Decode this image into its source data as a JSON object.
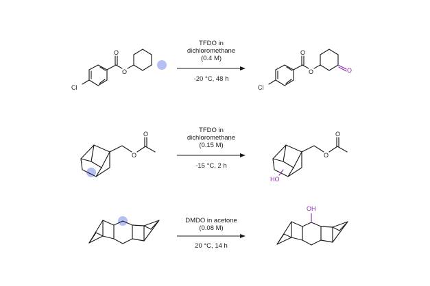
{
  "reactions": [
    {
      "conditions_above": [
        "TFDO in",
        "dichloromethane",
        "(0.4 M)"
      ],
      "conditions_below": [
        "-20 °C, 48 h"
      ],
      "atoms": {
        "cl": "Cl",
        "o_carbonyl": "O",
        "o_ester": "O",
        "o_product_carbonyl": "O",
        "o_product_ester": "O",
        "o_new": "O",
        "cl_product": "Cl"
      }
    },
    {
      "conditions_above": [
        "TFDO in",
        "dichloromethane",
        "(0.15 M)"
      ],
      "conditions_below": [
        "-15 °C, 2 h"
      ],
      "atoms": {
        "o_ester": "O",
        "o_carbonyl": "O",
        "o_product_ester": "O",
        "o_product_carbonyl": "O",
        "oh_new": "HO"
      }
    },
    {
      "conditions_above": [
        "DMDO in acetone",
        "(0.08 M)"
      ],
      "conditions_below": [
        "20 °C, 14 h"
      ],
      "atoms": {
        "oh_new": "OH"
      }
    }
  ],
  "colors": {
    "ink": "#1a1a1a",
    "new_group": "#8e2bb0",
    "oxidation_site_highlight": "#a9b4f2"
  }
}
